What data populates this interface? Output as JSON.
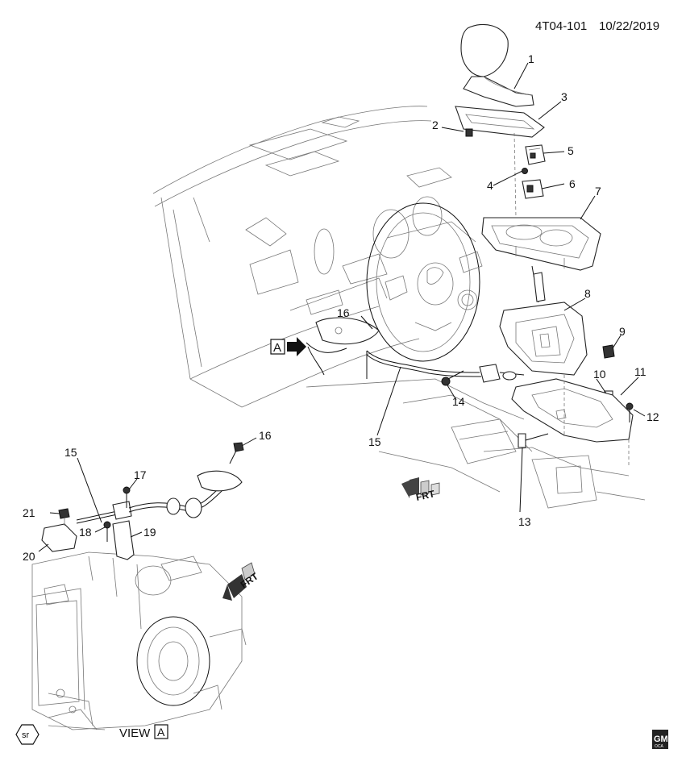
{
  "header": {
    "drawing_id": "4T04-101",
    "date": "10/22/2019"
  },
  "callouts": [
    "1",
    "2",
    "3",
    "4",
    "5",
    "6",
    "7",
    "8",
    "9",
    "10",
    "11",
    "12",
    "13",
    "14",
    "15",
    "16",
    "15",
    "16",
    "17",
    "18",
    "19",
    "20",
    "21"
  ],
  "direction_labels": {
    "frt_upper": "FRT",
    "frt_lower": "FRT"
  },
  "view_marker": {
    "letter": "A"
  },
  "view_label": {
    "text": "VIEW",
    "letter": "A"
  },
  "corner_badges": {
    "sr": "sr",
    "gm_top": "GM",
    "gm_bottom": "OCA"
  }
}
